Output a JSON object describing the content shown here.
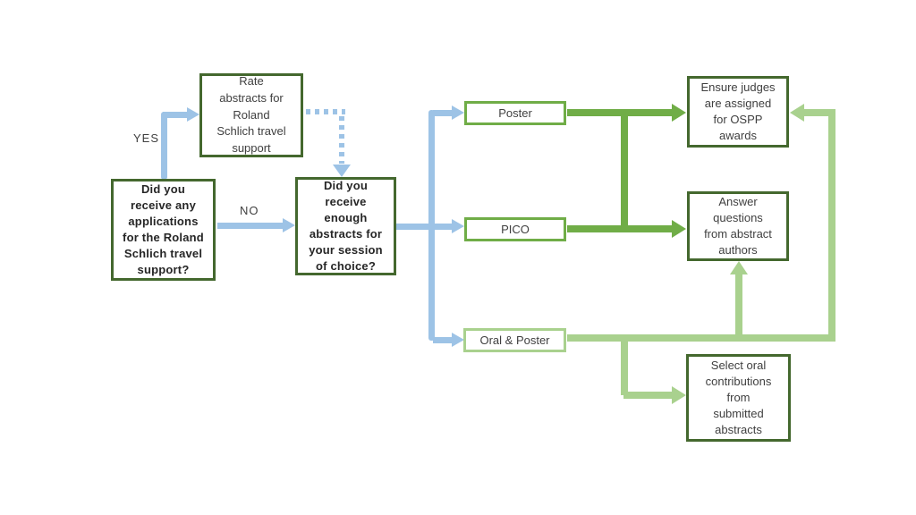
{
  "diagram": {
    "labels": {
      "yes": "YES",
      "no": "NO"
    },
    "nodes": {
      "q1": {
        "text": "Did you\nreceive any\napplications\nfor the Roland\nSchlich travel\nsupport?"
      },
      "rate": {
        "text": "Rate\nabstracts for\nRoland\nSchlich travel\nsupport"
      },
      "q2": {
        "text": "Did you\nreceive\nenough\nabstracts for\nyour session\nof choice?"
      },
      "poster": {
        "text": "Poster"
      },
      "pico": {
        "text": "PICO"
      },
      "oral_poster": {
        "text": "Oral & Poster"
      },
      "judges": {
        "text": "Ensure judges\nare assigned\nfor OSPP\nawards"
      },
      "answer": {
        "text": "Answer\nquestions\nfrom abstract\nauthors"
      },
      "select": {
        "text": "Select oral\ncontributions\nfrom\nsubmitted\nabstracts"
      }
    },
    "colors": {
      "blue": "#9dc3e6",
      "mid_green": "#70ad47",
      "light_green": "#a9d18e",
      "dark_green": "#44682e",
      "text": "#404040",
      "text_bold": "#262626"
    }
  }
}
